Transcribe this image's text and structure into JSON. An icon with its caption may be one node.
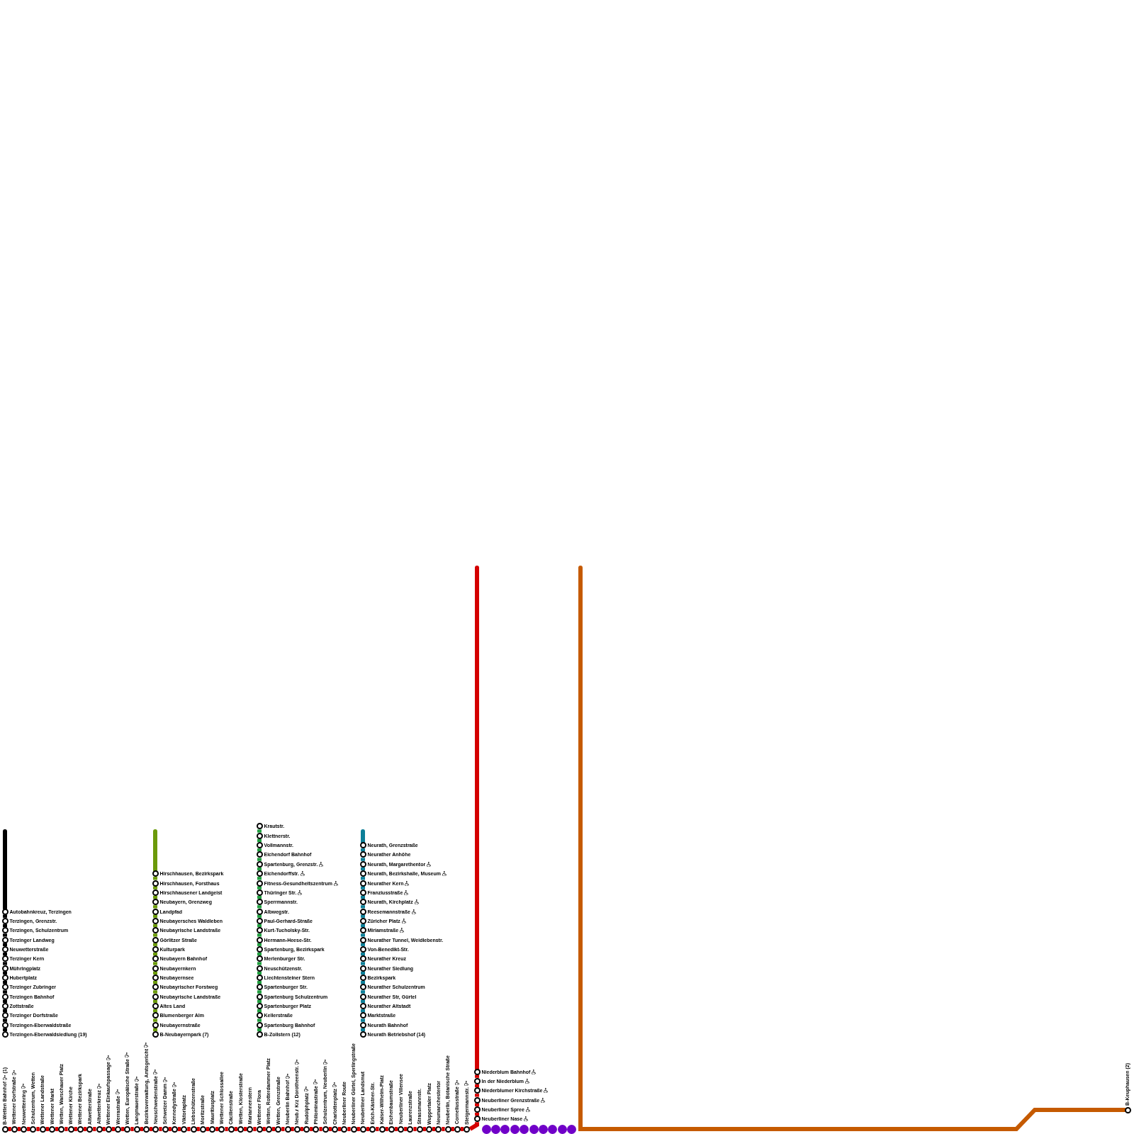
{
  "diagram": {
    "nodes": [
      {
        "text": [
          "Autobahnkreuz, Terzingen"
        ]
      },
      {
        "text": [
          "Terzingen, Grenzstr."
        ]
      },
      {
        "text": [
          "Terzingen, Schulzentrum"
        ]
      },
      {
        "text": [
          "Terzinger Landweg"
        ]
      },
      {
        "text": [
          "Neuwetterstraße"
        ]
      },
      {
        "text": [
          "Terzinger Kern"
        ]
      },
      {
        "text": [
          "Mühringplatz"
        ]
      },
      {
        "text": [
          "Hubertplatz"
        ]
      },
      {
        "text": [
          "Terzinger Zubringer"
        ]
      },
      {
        "text": [
          "Terzingen Bahnhof"
        ]
      },
      {
        "text": [
          "Zottstraße"
        ]
      },
      {
        "text": [
          "Terzinger Dorfstraße"
        ]
      },
      {
        "text": [
          "Terzingen-Eberwaldstraße"
        ]
      },
      {
        "text": [
          "Terzingen-Eberwaldsiedlung (19)"
        ]
      },
      {
        "text": [
          "Hirschhausen, Bezirkspark"
        ]
      },
      {
        "text": [
          "Hirschhausen, Forsthaus"
        ]
      },
      {
        "text": [
          "Hirschhausener Landgeist"
        ]
      },
      {
        "text": [
          "Neubayern, Grenzweg"
        ]
      },
      {
        "text": [
          "Landpfad"
        ]
      },
      {
        "text": [
          "Neubayersches Waldleben"
        ]
      },
      {
        "text": [
          "Neubayrische Landstraße"
        ]
      },
      {
        "text": [
          "Görlitzer Straße"
        ]
      },
      {
        "text": [
          "Kulturpark"
        ]
      },
      {
        "text": [
          "Neubayern Bahnhof"
        ]
      },
      {
        "text": [
          "Neubayernkern"
        ]
      },
      {
        "text": [
          "Neubayernsee"
        ]
      },
      {
        "text": [
          "Neubayrischer Forstweg"
        ]
      },
      {
        "text": [
          "Neubayrische Landstraße"
        ]
      },
      {
        "text": [
          "Altes Land"
        ]
      },
      {
        "text": [
          "Blumenberger Alm"
        ]
      },
      {
        "text": [
          "Neubayernstraße"
        ]
      },
      {
        "text": [
          "B-Neubayernpark (7)"
        ]
      },
      {
        "text": [
          "Krautstr."
        ]
      },
      {
        "text": [
          "Klettnerstr."
        ]
      },
      {
        "text": [
          "Vollmannstr."
        ]
      },
      {
        "text": [
          "Eichendorf Bahnhof"
        ]
      },
      {
        "text": [
          "Spartenburg, Grenzstr."
        ]
      },
      {
        "text": [
          "Eichendorffstr."
        ]
      },
      {
        "text": [
          "Fitness-Gesundheitszentrum"
        ]
      },
      {
        "text": [
          "Thüringer Str."
        ]
      },
      {
        "text": [
          "Sperrmannstr."
        ]
      },
      {
        "text": [
          "Albwegstr."
        ]
      },
      {
        "text": [
          "Paul-Gerhard-Straße"
        ]
      },
      {
        "text": [
          "Kurt-Tucholsky-Str."
        ]
      },
      {
        "text": [
          "Hermann-Heese-Str."
        ]
      },
      {
        "text": [
          "Spartenburg, Bezirkspark"
        ]
      },
      {
        "text": [
          "Merlenburger Str."
        ]
      },
      {
        "text": [
          "Neuschützenstr."
        ]
      },
      {
        "text": [
          "Liechtensteiner Stern"
        ]
      },
      {
        "text": [
          "Spartenburger Str."
        ]
      },
      {
        "text": [
          "Spartenburg Schulzentrum"
        ]
      },
      {
        "text": [
          "Spartenburger Platz"
        ]
      },
      {
        "text": [
          "Kellerstraße"
        ]
      },
      {
        "text": [
          "Spartenburg Bahnhof"
        ]
      },
      {
        "text": [
          "B-Zollstern (12)"
        ]
      },
      {
        "text": [
          "Neurath, Grenzstraße"
        ]
      },
      {
        "text": [
          "Neurather Anhöhe"
        ]
      },
      {
        "text": [
          "Neurath, Margarethentor"
        ]
      },
      {
        "text": [
          "Neurath, Bezirkshalle, Museum"
        ]
      },
      {
        "text": [
          "Neurather Kern"
        ]
      },
      {
        "text": [
          "Franziusstraße"
        ]
      },
      {
        "text": [
          "Neurath, Kirchplatz"
        ]
      },
      {
        "text": [
          "Reesemannstraße"
        ]
      },
      {
        "text": [
          "Züricher Platz"
        ]
      },
      {
        "text": [
          "Miriamstraße"
        ]
      },
      {
        "text": [
          "Neurather Tunnel, Weidlebenstr."
        ]
      },
      {
        "text": [
          "Von-Benedikt-Str."
        ]
      },
      {
        "text": [
          "Neurather Kreuz"
        ]
      },
      {
        "text": [
          "Neurather Siedlung"
        ]
      },
      {
        "text": [
          "Bezirkspark"
        ]
      },
      {
        "text": [
          "Neurather Schulzentrum"
        ]
      },
      {
        "text": [
          "Neurather Str, Gürtel"
        ]
      },
      {
        "text": [
          "Neurather Altstadt"
        ]
      },
      {
        "text": [
          "Marktstraße"
        ]
      },
      {
        "text": [
          "Neurath Bahnhof"
        ]
      },
      {
        "text": [
          "Neurath Betriebshof (14)"
        ]
      },
      {
        "text": [
          "Niederblum Bahnhof"
        ]
      },
      {
        "text": [
          "In der Niederblum"
        ]
      },
      {
        "text": [
          "Niederblumer Kirchstraße"
        ]
      },
      {
        "text": [
          "Neuberliner Grenzstraße"
        ]
      },
      {
        "text": [
          "Neuberliner Spree"
        ]
      },
      {
        "text": [
          "Neuberliner Nase"
        ]
      },
      {
        "text": [
          "B-Wetten Bahnhof",
          "(1)"
        ]
      },
      {
        "text": [
          "Wettener Dorfstraße"
        ]
      },
      {
        "text": [
          "Neuwettenring"
        ]
      },
      {
        "text": [
          "Schulzentrum, Wetten"
        ]
      },
      {
        "text": [
          "Wettener Landstraße"
        ]
      },
      {
        "text": [
          "Wettener Markt"
        ]
      },
      {
        "text": [
          "Wetten, Warschauer Platz"
        ]
      },
      {
        "text": [
          "Wettener Kirche"
        ]
      },
      {
        "text": [
          "Wettener Bezirkspark"
        ]
      },
      {
        "text": [
          "Altwetterstraße"
        ]
      },
      {
        "text": [
          "Altwetterkreuz"
        ]
      },
      {
        "text": [
          "Wettener Einkaufspassage"
        ]
      },
      {
        "text": [
          "Werrastraße"
        ]
      },
      {
        "text": [
          "Wetten, Europäische Straße"
        ]
      },
      {
        "text": [
          "Langmauerstraße"
        ]
      },
      {
        "text": [
          "Bezirksverwaltung, Amtsgericht"
        ]
      },
      {
        "text": [
          "Neuschwedenstraße"
        ]
      },
      {
        "text": [
          "Schweizer Damm"
        ]
      },
      {
        "text": [
          "Kennedystraße"
        ]
      },
      {
        "text": [
          "Viktoriaplatz"
        ]
      },
      {
        "text": [
          "Liebschützenstraße"
        ]
      },
      {
        "text": [
          "Moritzstraße"
        ]
      },
      {
        "text": [
          "Mauritiusplatz"
        ]
      },
      {
        "text": [
          "Wettener Schlossallee"
        ]
      },
      {
        "text": [
          "Cäcilienstraße"
        ]
      },
      {
        "text": [
          "Wetten, Klosterstraße"
        ]
      },
      {
        "text": [
          "Mariannenstern"
        ]
      },
      {
        "text": [
          "Wettener Flora"
        ]
      },
      {
        "text": [
          "Wetten, Rotterdammer Platz"
        ]
      },
      {
        "text": [
          "Wetten, Grenzstraße"
        ]
      },
      {
        "text": [
          "Neuberlin Bahnhof"
        ]
      },
      {
        "text": [
          "Neub.r Krz Dorotheenstr."
        ]
      },
      {
        "text": [
          "Rudolphplatz"
        ]
      },
      {
        "text": [
          "Philominastraße"
        ]
      },
      {
        "text": [
          "Schulzentrum, Neuberlin"
        ]
      },
      {
        "text": [
          "Charlottenplatz"
        ]
      },
      {
        "text": [
          "Neuberliner Route"
        ]
      },
      {
        "text": [
          "Neuberliner Gürtel, Sperlingstraße"
        ]
      },
      {
        "text": [
          "Neuberliner Landsmut"
        ]
      },
      {
        "text": [
          "Erich-Kästner-Str."
        ]
      },
      {
        "text": [
          "Kaiser-Wilhelm-Platz"
        ]
      },
      {
        "text": [
          "Eichenbaumstraße"
        ]
      },
      {
        "text": [
          "Neuberliner Villensee"
        ]
      },
      {
        "text": [
          "Laurenzstraße"
        ]
      },
      {
        "text": [
          "Strassmannstr."
        ]
      },
      {
        "text": [
          "Wuppertaler Platz"
        ]
      },
      {
        "text": [
          "Neumanchestertor"
        ]
      },
      {
        "text": [
          "Neuberlin, Botanische Straße"
        ]
      },
      {
        "text": [
          "Corneliusstraße"
        ]
      },
      {
        "text": [
          "Steigermannstr."
        ]
      },
      {
        "text": [],
        "shape": "circle"
      },
      {
        "text": [],
        "shape": "circle"
      },
      {
        "text": [],
        "shape": "circle"
      },
      {
        "text": [],
        "shape": "circle"
      },
      {
        "text": [],
        "shape": "circle"
      },
      {
        "text": [],
        "shape": "circle"
      },
      {
        "text": [],
        "shape": "circle"
      },
      {
        "text": [],
        "shape": "circle"
      },
      {
        "text": [],
        "shape": "circle"
      },
      {
        "text": [],
        "shape": "circle"
      },
      {
        "text": [
          "B-Keuphausen (2)"
        ]
      }
    ],
    "edges": [
      {
        "from": null,
        "to": 0,
        "arrow": "none",
        "color": "#000000"
      },
      {
        "from": 0,
        "to": 1,
        "arrow": "none",
        "color": "#000000"
      },
      {
        "from": 1,
        "to": 2,
        "arrow": "none",
        "color": "#000000"
      },
      {
        "from": 2,
        "to": 3,
        "arrow": "none",
        "color": "#000000"
      },
      {
        "from": 3,
        "to": 4,
        "arrow": "none",
        "color": "#000000"
      },
      {
        "from": 4,
        "to": 5,
        "arrow": "none",
        "color": "#000000"
      },
      {
        "from": 5,
        "to": 6,
        "arrow": "none",
        "color": "#000000"
      },
      {
        "from": 6,
        "to": 7,
        "arrow": "none",
        "color": "#000000"
      },
      {
        "from": 7,
        "to": 8,
        "arrow": "none",
        "color": "#000000"
      },
      {
        "from": 8,
        "to": 9,
        "arrow": "none",
        "color": "#000000"
      },
      {
        "from": 9,
        "to": 10,
        "arrow": "none",
        "color": "#000000"
      },
      {
        "from": 10,
        "to": 11,
        "arrow": "none",
        "color": "#000000"
      },
      {
        "from": 11,
        "to": 12,
        "arrow": "none",
        "color": "#000000"
      },
      {
        "from": 12,
        "to": 13,
        "arrow": "none",
        "color": "#000000"
      },
      {
        "from": null,
        "to": 14,
        "arrow": "none",
        "color": "#6b9a0a"
      },
      {
        "from": 14,
        "to": 15,
        "arrow": "none",
        "color": "#6b9a0a"
      },
      {
        "from": 15,
        "to": 16,
        "arrow": "none",
        "color": "#6b9a0a"
      },
      {
        "from": 16,
        "to": 17,
        "arrow": "none",
        "color": "#6b9a0a"
      },
      {
        "from": 17,
        "to": 18,
        "arrow": "none",
        "color": "#6b9a0a"
      },
      {
        "from": 18,
        "to": 19,
        "arrow": "none",
        "color": "#6b9a0a"
      },
      {
        "from": 19,
        "to": 20,
        "arrow": "none",
        "color": "#6b9a0a"
      },
      {
        "from": 20,
        "to": 21,
        "arrow": "none",
        "color": "#6b9a0a"
      },
      {
        "from": 21,
        "to": 22,
        "arrow": "none",
        "color": "#6b9a0a"
      },
      {
        "from": 22,
        "to": 23,
        "arrow": "none",
        "color": "#6b9a0a"
      },
      {
        "from": 23,
        "to": 24,
        "arrow": "none",
        "color": "#6b9a0a"
      },
      {
        "from": 24,
        "to": 25,
        "arrow": "none",
        "color": "#6b9a0a"
      },
      {
        "from": 25,
        "to": 26,
        "arrow": "none",
        "color": "#6b9a0a"
      },
      {
        "from": 26,
        "to": 27,
        "arrow": "none",
        "color": "#6b9a0a"
      },
      {
        "from": 27,
        "to": 28,
        "arrow": "none",
        "color": "#6b9a0a"
      },
      {
        "from": 28,
        "to": 29,
        "arrow": "none",
        "color": "#6b9a0a"
      },
      {
        "from": 29,
        "to": 30,
        "arrow": "none",
        "color": "#6b9a0a"
      },
      {
        "from": 30,
        "to": 31,
        "arrow": "none",
        "color": "#6b9a0a"
      },
      {
        "from": 32,
        "to": 33,
        "arrow": "none",
        "color": "#1f9e3e"
      },
      {
        "from": 33,
        "to": 34,
        "arrow": "none",
        "color": "#1f9e3e"
      },
      {
        "from": 34,
        "to": 35,
        "arrow": "none",
        "color": "#1f9e3e"
      },
      {
        "from": 35,
        "to": 36,
        "arrow": "none",
        "color": "#1f9e3e"
      },
      {
        "from": 36,
        "to": 37,
        "arrow": "none",
        "color": "#1f9e3e"
      },
      {
        "from": 37,
        "to": 38,
        "arrow": "none",
        "color": "#1f9e3e"
      },
      {
        "from": 38,
        "to": 39,
        "arrow": "none",
        "color": "#1f9e3e"
      },
      {
        "from": 39,
        "to": 40,
        "arrow": "none",
        "color": "#1f9e3e"
      },
      {
        "from": 40,
        "to": 41,
        "arrow": "none",
        "color": "#1f9e3e"
      },
      {
        "from": 41,
        "to": 42,
        "arrow": "none",
        "color": "#1f9e3e"
      },
      {
        "from": 42,
        "to": 43,
        "arrow": "none",
        "color": "#1f9e3e"
      },
      {
        "from": 43,
        "to": 44,
        "arrow": "none",
        "color": "#1f9e3e"
      },
      {
        "from": 44,
        "to": 45,
        "arrow": "none",
        "color": "#1f9e3e"
      },
      {
        "from": 45,
        "to": 46,
        "arrow": "none",
        "color": "#1f9e3e"
      },
      {
        "from": 46,
        "to": 47,
        "arrow": "none",
        "color": "#1f9e3e"
      },
      {
        "from": 47,
        "to": 48,
        "arrow": "none",
        "color": "#1f9e3e"
      },
      {
        "from": 48,
        "to": 49,
        "arrow": "none",
        "color": "#1f9e3e"
      },
      {
        "from": 49,
        "to": 50,
        "arrow": "none",
        "color": "#1f9e3e"
      },
      {
        "from": 50,
        "to": 51,
        "arrow": "none",
        "color": "#1f9e3e"
      },
      {
        "from": 51,
        "to": 52,
        "arrow": "none",
        "color": "#1f9e3e"
      },
      {
        "from": 52,
        "to": 53,
        "arrow": "none",
        "color": "#1f9e3e"
      },
      {
        "from": 53,
        "to": 54,
        "arrow": "none",
        "color": "#1f9e3e"
      },
      {
        "from": null,
        "to": 55,
        "arrow": "none",
        "color": "#0c7f98"
      },
      {
        "from": 55,
        "to": 56,
        "arrow": "none",
        "color": "#0c7f98"
      },
      {
        "from": 56,
        "to": 57,
        "arrow": "none",
        "color": "#0c7f98"
      },
      {
        "from": 57,
        "to": 58,
        "arrow": "none",
        "color": "#0c7f98"
      },
      {
        "from": 58,
        "to": 59,
        "arrow": "none",
        "color": "#0c7f98"
      },
      {
        "from": 59,
        "to": 60,
        "arrow": "none",
        "color": "#0c7f98"
      },
      {
        "from": 60,
        "to": 61,
        "arrow": "none",
        "color": "#0c7f98"
      },
      {
        "from": 61,
        "to": 62,
        "arrow": "none",
        "color": "#0c7f98"
      },
      {
        "from": 62,
        "to": 63,
        "arrow": "none",
        "color": "#0c7f98"
      },
      {
        "from": 63,
        "to": 64,
        "arrow": "none",
        "color": "#0c7f98"
      },
      {
        "from": 64,
        "to": 65,
        "arrow": "none",
        "color": "#0c7f98"
      },
      {
        "from": 65,
        "to": 66,
        "arrow": "none",
        "color": "#0c7f98"
      },
      {
        "from": 66,
        "to": 67,
        "arrow": "none",
        "color": "#0c7f98"
      },
      {
        "from": 67,
        "to": 68,
        "arrow": "none",
        "color": "#0c7f98"
      },
      {
        "from": 68,
        "to": 69,
        "arrow": "none",
        "color": "#0c7f98"
      },
      {
        "from": 69,
        "to": 70,
        "arrow": "none",
        "color": "#0c7f98"
      },
      {
        "from": 70,
        "to": 71,
        "arrow": "none",
        "color": "#0c7f98"
      },
      {
        "from": 71,
        "to": 72,
        "arrow": "none",
        "color": "#0c7f98"
      },
      {
        "from": 72,
        "to": 73,
        "arrow": "none",
        "color": "#0c7f98"
      },
      {
        "from": 73,
        "to": 74,
        "arrow": "none",
        "color": "#0c7f98"
      },
      {
        "from": 74,
        "to": 75,
        "arrow": "none",
        "color": "#0c7f98"
      },
      {
        "from": null,
        "to": 76,
        "arrow": "none"
      },
      {
        "from": 76,
        "to": 77,
        "arrow": "none"
      },
      {
        "from": 77,
        "to": 78,
        "arrow": "none"
      },
      {
        "from": 78,
        "to": 79,
        "arrow": "none"
      },
      {
        "from": 79,
        "to": 80,
        "arrow": "none"
      },
      {
        "from": 80,
        "to": 81,
        "arrow": "none"
      },
      {
        "from": 81,
        "to": 131,
        "arrow": "none"
      },
      {
        "from": 82,
        "to": 83,
        "arrow": "none"
      },
      {
        "from": 83,
        "to": 84,
        "arrow": "none"
      },
      {
        "from": 84,
        "to": 85,
        "arrow": "none"
      },
      {
        "from": 85,
        "to": 86,
        "arrow": "none"
      },
      {
        "from": 86,
        "to": 87,
        "arrow": "none"
      },
      {
        "from": 87,
        "to": 88,
        "arrow": "none"
      },
      {
        "from": 88,
        "to": 89,
        "arrow": "none"
      },
      {
        "from": 89,
        "to": 90,
        "arrow": "none"
      },
      {
        "from": 90,
        "to": 91,
        "arrow": "none"
      },
      {
        "from": 91,
        "to": 92,
        "arrow": "none"
      },
      {
        "from": 92,
        "to": 93,
        "arrow": "none"
      },
      {
        "from": 93,
        "to": 94,
        "arrow": "none"
      },
      {
        "from": 94,
        "to": 95,
        "arrow": "none"
      },
      {
        "from": 95,
        "to": 96,
        "arrow": "none"
      },
      {
        "from": 96,
        "to": 97,
        "arrow": "none"
      },
      {
        "from": 97,
        "to": 98,
        "arrow": "none"
      },
      {
        "from": 98,
        "to": 99,
        "arrow": "none"
      },
      {
        "from": 99,
        "to": 100,
        "arrow": "none"
      },
      {
        "from": 100,
        "to": 101,
        "arrow": "none"
      },
      {
        "from": 101,
        "to": 102,
        "arrow": "none"
      },
      {
        "from": 102,
        "to": 103,
        "arrow": "none"
      },
      {
        "from": 103,
        "to": 104,
        "arrow": "none"
      },
      {
        "from": 104,
        "to": 105,
        "arrow": "none"
      },
      {
        "from": 105,
        "to": 106,
        "arrow": "none"
      },
      {
        "from": 106,
        "to": 107,
        "arrow": "none"
      },
      {
        "from": 107,
        "to": 108,
        "arrow": "none"
      },
      {
        "from": 108,
        "to": 109,
        "arrow": "none"
      },
      {
        "from": 109,
        "to": 110,
        "arrow": "none"
      },
      {
        "from": 110,
        "to": 111,
        "arrow": "none"
      },
      {
        "from": 111,
        "to": 112,
        "arrow": "none"
      },
      {
        "from": 112,
        "to": 113,
        "arrow": "none"
      },
      {
        "from": 113,
        "to": 114,
        "arrow": "none"
      },
      {
        "from": 114,
        "to": 115,
        "arrow": "none"
      },
      {
        "from": 115,
        "to": 116,
        "arrow": "none"
      },
      {
        "from": 116,
        "to": 117,
        "arrow": "none"
      },
      {
        "from": 117,
        "to": 118,
        "arrow": "none"
      },
      {
        "from": 118,
        "to": 119,
        "arrow": "none"
      },
      {
        "from": 119,
        "to": 120,
        "arrow": "none"
      },
      {
        "from": 120,
        "to": 121,
        "arrow": "none"
      },
      {
        "from": 121,
        "to": 122,
        "arrow": "none"
      },
      {
        "from": 122,
        "to": 123,
        "arrow": "none"
      },
      {
        "from": 123,
        "to": 124,
        "arrow": "none"
      },
      {
        "from": 124,
        "to": 125,
        "arrow": "none"
      },
      {
        "from": 125,
        "to": 126,
        "arrow": "none"
      },
      {
        "from": 126,
        "to": 127,
        "arrow": "none"
      },
      {
        "from": 127,
        "to": 128,
        "arrow": "none"
      },
      {
        "from": 128,
        "to": 129,
        "arrow": "none"
      },
      {
        "from": 129,
        "to": 130,
        "arrow": "none"
      },
      {
        "from": 130,
        "to": 131,
        "arrow": "none"
      },
      {
        "from": null,
        "to": 142,
        "arrow": "none",
        "color": "#c55a00"
      }
    ]
  }
}
